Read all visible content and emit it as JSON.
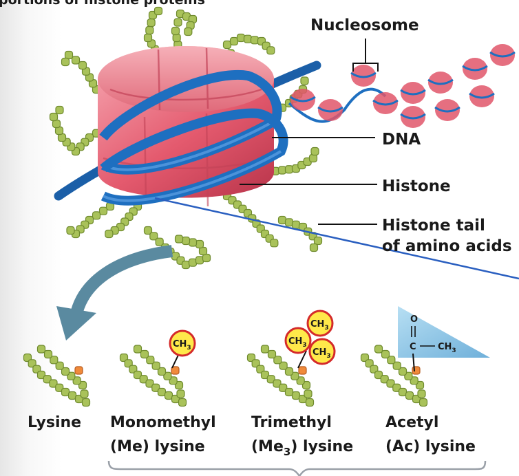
{
  "header": {
    "title": "portions of histone proteins"
  },
  "labels": {
    "nucleosome": "Nucleosome",
    "dna": "DNA",
    "histone": "Histone",
    "histone_tail_line1": "Histone tail",
    "histone_tail_line2": "of amino acids"
  },
  "modifications": {
    "lysine": {
      "name": "Lysine"
    },
    "monomethyl": {
      "line1": "Monomethyl",
      "line2": "(Me) lysine"
    },
    "trimethyl": {
      "line1": "Trimethyl",
      "line2_pre": "(Me",
      "line2_sub": "3",
      "line2_post": ") lysine"
    },
    "acetyl": {
      "line1": "Acetyl",
      "line2": "(Ac) lysine"
    }
  },
  "chem": {
    "ch": "CH",
    "sub3": "3",
    "o": "O",
    "c": "C"
  },
  "colors": {
    "title": "#7a9a3a",
    "histone": "#e0566a",
    "dna": "#1e6fc0",
    "tail_bead": "#a9c25a",
    "lysine_bead": "#f08a3a",
    "methyl_fill": "#ffe94a",
    "methyl_ring": "#d42a2a",
    "acetyl_fill": "#8fc8e8",
    "arrow": "#5a8aa0",
    "pointer": "#2a5fc0"
  }
}
